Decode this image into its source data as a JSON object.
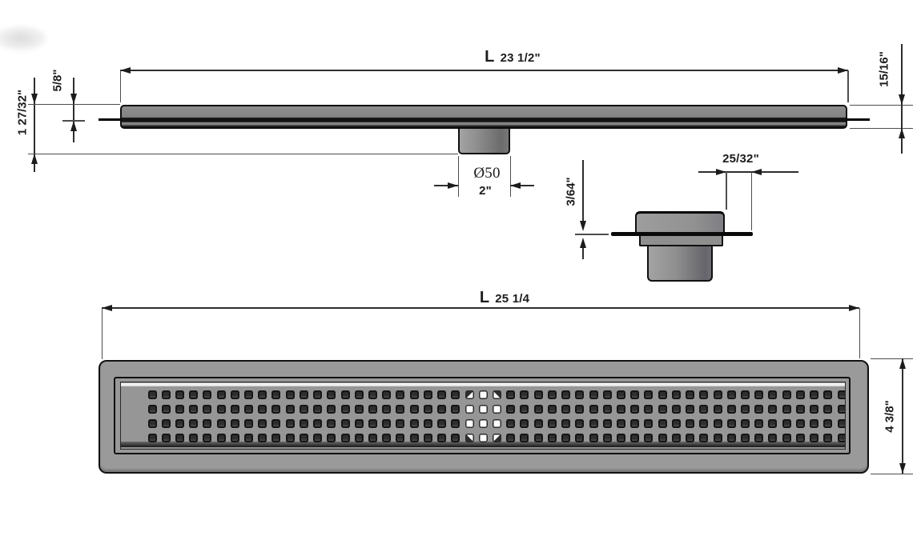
{
  "side_view": {
    "length_prefix": "L",
    "length": "23 1/2\"",
    "channel_height": "15/16\"",
    "rim_offset": "5/8\"",
    "overall_height": "1 27/32\"",
    "outlet_diameter_mm": "Ø50",
    "outlet_diameter_in": "2\""
  },
  "end_view": {
    "flange_thickness": "3/64\"",
    "flange_overhang": "25/32\""
  },
  "plan_view": {
    "length_prefix": "L",
    "length": "25 1/4",
    "width": "4 3/8\"",
    "grate": {
      "rows": 4,
      "columns": 51,
      "open_block_first_col": 23,
      "open_block_cols": 3
    }
  },
  "colors": {
    "metal": "#9a9a9a",
    "line": "#2e2e2e",
    "hole": "#2e2e2e",
    "open_hole": "#ffffff"
  }
}
